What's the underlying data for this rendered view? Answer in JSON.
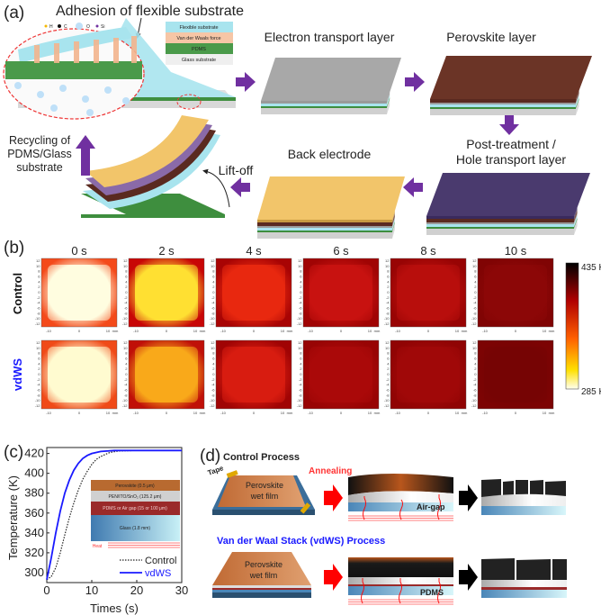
{
  "panel_a": {
    "label": "(a)",
    "adhesion_title": "Adhesion of flexible substrate",
    "legend": [
      "Flexible substrate",
      "Van der Waals force",
      "PDMS",
      "Glass substrate"
    ],
    "atoms": [
      "H",
      "C",
      "O",
      "Si"
    ],
    "steps": {
      "etl": "Electron transport layer",
      "perovskite": "Perovskite layer",
      "post_treatment_1": "Post-treatment /",
      "post_treatment_2": "Hole transport layer",
      "back_electrode": "Back electrode",
      "lift_off": "Lift-off",
      "recycling_1": "Recycling of",
      "recycling_2": "PDMS/Glass",
      "recycling_3": "substrate"
    },
    "colors": {
      "arrow": "#7030a0",
      "flexible": "#a8e4ee",
      "vdw": "#f6c6a6",
      "pdms": "#3e8e3e",
      "glass": "#e8e8e8",
      "perovskite": "#6b3426",
      "electrode": "#f2c56a"
    }
  },
  "panel_b": {
    "label": "(b)",
    "times": [
      "0 s",
      "2 s",
      "4 s",
      "6 s",
      "8 s",
      "10 s"
    ],
    "rows": [
      {
        "name": "Control",
        "centers": [
          "#fffde0",
          "#ffe032",
          "#e8280f",
          "#c81210",
          "#b80e0c",
          "#8c0707"
        ],
        "edges": [
          "#f44a1a",
          "#c80606",
          "#a80404",
          "#a00404",
          "#980404",
          "#800404"
        ]
      },
      {
        "name": "vdWS",
        "centers": [
          "#fffbd0",
          "#f9a91a",
          "#d81c10",
          "#aa0909",
          "#a00808",
          "#760404"
        ],
        "edges": [
          "#f04a18",
          "#c01008",
          "#a00404",
          "#980404",
          "#900404",
          "#7c0404"
        ]
      }
    ],
    "y_ticks": [
      "12",
      "10",
      "8",
      "6",
      "4",
      "2",
      "0",
      "-2",
      "-4",
      "-6",
      "-8",
      "-10",
      "-12"
    ],
    "x_ticks": [
      "-10",
      "0",
      "10",
      "mm"
    ],
    "colorbar": {
      "max": "435 K",
      "min": "285 K"
    }
  },
  "chart_data": {
    "type": "line",
    "label": "(c)",
    "xlabel": "Times (s)",
    "ylabel": "Temperature (K)",
    "xlim": [
      0,
      30
    ],
    "ylim": [
      290,
      426
    ],
    "x_ticks": [
      0,
      10,
      20,
      30
    ],
    "y_ticks": [
      300,
      320,
      340,
      360,
      380,
      400,
      420
    ],
    "legend_position": "bottom-right",
    "series": [
      {
        "name": "Control",
        "style": "dotted",
        "color": "#222222",
        "x": [
          0,
          1,
          2,
          3,
          4,
          5,
          6,
          7,
          8,
          9,
          10,
          11,
          12,
          14,
          16,
          20,
          30
        ],
        "y": [
          293,
          296,
          305,
          320,
          338,
          355,
          370,
          383,
          394,
          402,
          409,
          414,
          417,
          421,
          422.5,
          423,
          423
        ]
      },
      {
        "name": "vdWS",
        "style": "solid",
        "color": "#1a1aff",
        "x": [
          0,
          1,
          2,
          3,
          4,
          5,
          6,
          7,
          8,
          9,
          10,
          12,
          15,
          30
        ],
        "y": [
          293,
          315,
          340,
          362,
          380,
          393,
          403,
          410,
          415,
          418,
          420,
          422,
          423,
          423
        ]
      }
    ],
    "inset": {
      "layers": [
        "Perovskite (0.5 μm)",
        "PEN/ITO/SnO₂ (125.2 μm)",
        "PDMS or Air gap (15 or 100 μm)",
        "Glass (1.8 mm)"
      ],
      "heat": "Heat"
    }
  },
  "panel_d": {
    "label": "(d)",
    "control_title": "Control Process",
    "vdws_title": "Van der Waal Stack (vdWS) Process",
    "tape": "Tape",
    "film_1": "Perovskite",
    "film_2": "wet film",
    "annealing": "Annealing",
    "air_gap": "Air-gap",
    "pdms": "PDMS"
  }
}
